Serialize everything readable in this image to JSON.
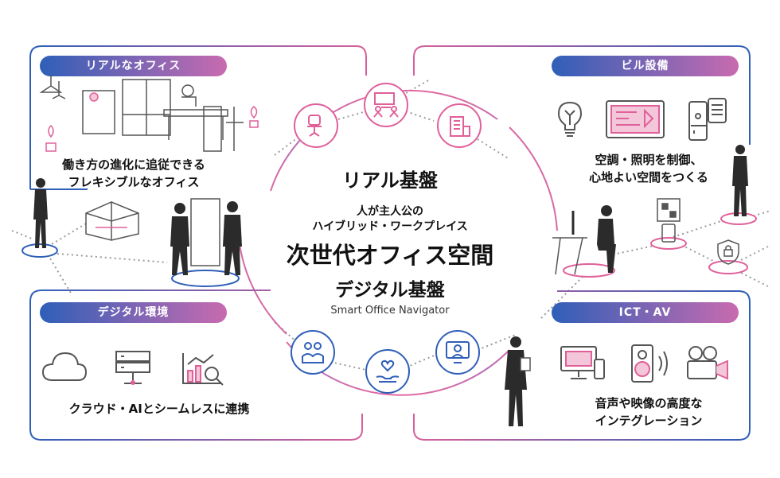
{
  "panels": {
    "real_office": {
      "title": "リアルなオフィス",
      "caption_line1": "働き方の進化に追従できる",
      "caption_line2": "フレキシブルなオフィス"
    },
    "building": {
      "title": "ビル設備",
      "caption_line1": "空調・照明を制御、",
      "caption_line2": "心地よい空間をつくる"
    },
    "digital": {
      "title": "デジタル環境",
      "caption": "クラウド・AIとシームレスに連携"
    },
    "ict": {
      "title": "ICT・AV",
      "caption_line1": "音声や映像の高度な",
      "caption_line2": "インテグレーション"
    }
  },
  "center": {
    "real_base": "リアル基盤",
    "subtitle_line1": "人が主人公の",
    "subtitle_line2": "ハイブリッド・ワークプレイス",
    "main_title": "次世代オフィス空間",
    "digital_base": "デジタル基盤",
    "navigator": "Smart Office Navigator"
  },
  "colors": {
    "pink": "#e0609a",
    "blue": "#2f5fb8",
    "gray_line": "#9a9a9a",
    "figure": "#2b2b2b"
  },
  "icons": [
    "chair-icon",
    "team-meeting-icon",
    "building-icon",
    "online-meeting-icon",
    "heart-hands-icon",
    "video-call-icon",
    "lightbulb-icon",
    "control-panel-icon",
    "smart-lock-icon",
    "cloud-icon",
    "server-icon",
    "analytics-icon",
    "monitor-icon",
    "speaker-icon",
    "camera-icon"
  ]
}
